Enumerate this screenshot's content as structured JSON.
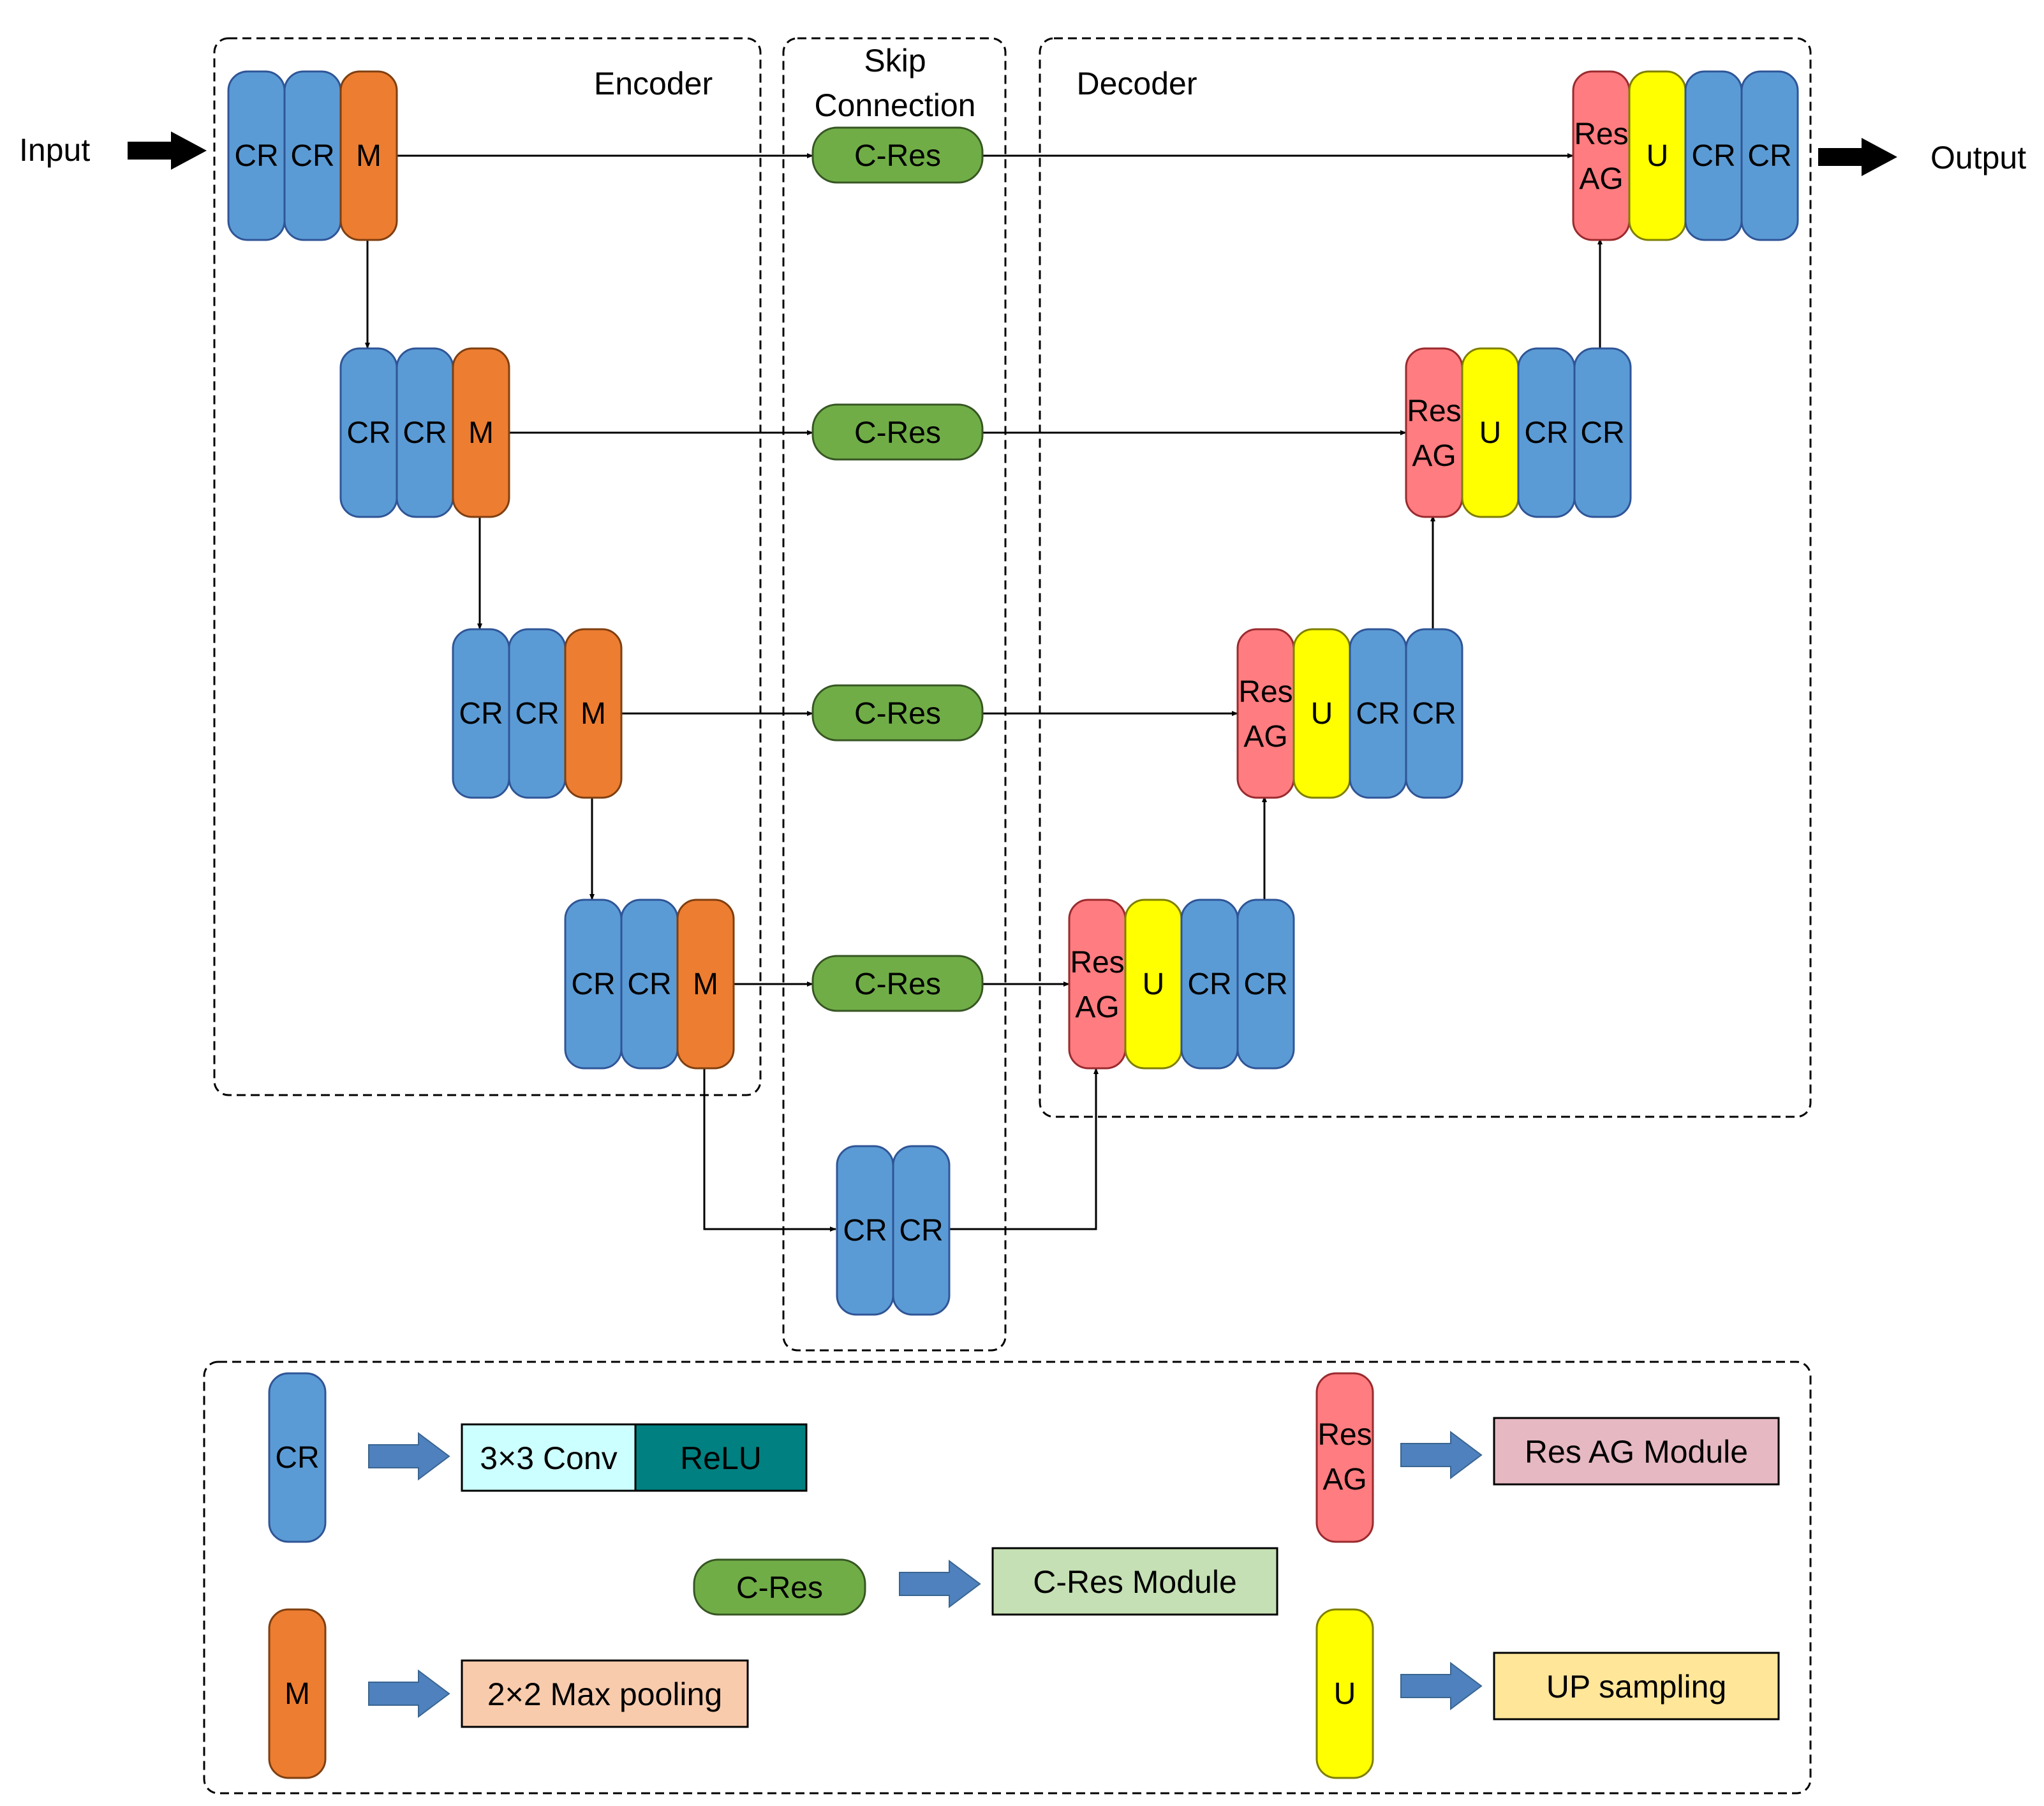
{
  "labels": {
    "input": "Input",
    "output": "Output",
    "encoder": "Encoder",
    "skip_line1": "Skip",
    "skip_line2": "Connection",
    "decoder": "Decoder"
  },
  "blocks": {
    "cr": "CR",
    "m": "M",
    "u": "U",
    "resag_line1": "Res",
    "resag_line2": "AG",
    "cres": "C-Res"
  },
  "legend": {
    "cr_block": "CR",
    "cr_conv": "3×3 Conv",
    "cr_relu": "ReLU",
    "m_block": "M",
    "m_desc": "2×2 Max pooling",
    "cres_block": "C-Res",
    "cres_desc": "C-Res Module",
    "resag_block_line1": "Res",
    "resag_block_line2": "AG",
    "resag_desc": "Res AG Module",
    "u_block": "U",
    "u_desc": "UP sampling"
  },
  "colors": {
    "cr": "#5b9bd5",
    "m": "#ed7d31",
    "u": "#ffff00",
    "resag": "#ff7c80",
    "cres": "#70ad47",
    "conv_box": "#ccffff",
    "relu_box": "#008080",
    "maxpool_box": "#f8cbad",
    "cres_box": "#c5e0b4",
    "resag_box": "#e6b8c2",
    "up_box": "#ffe699",
    "legend_arrow": "#4e81bd"
  }
}
